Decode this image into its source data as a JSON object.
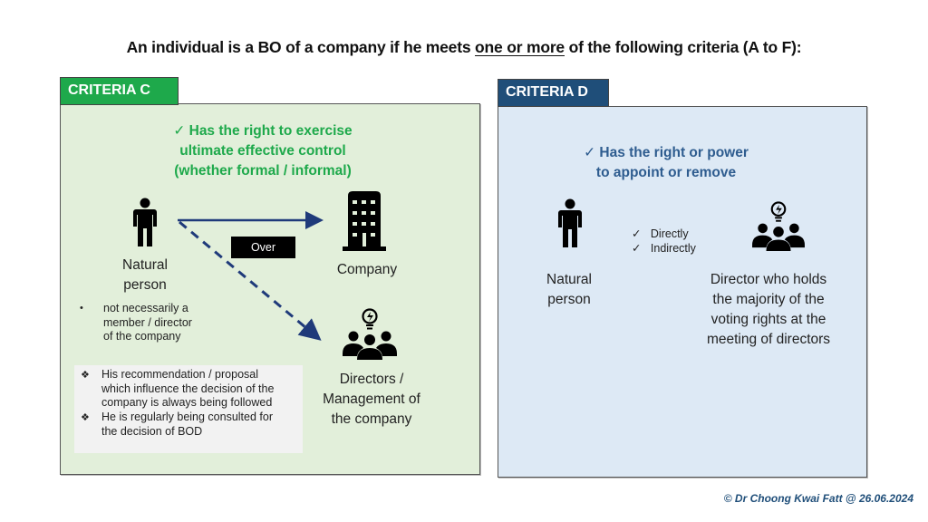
{
  "title": {
    "prefix": "An individual is a BO of a company if he meets ",
    "emphasis": "one or more",
    "suffix": " of the following criteria (A to F):"
  },
  "criteria_c": {
    "tag": "CRITERIA C",
    "headline": [
      "✓  Has the right to exercise",
      "ultimate effective control",
      "(whether formal / informal)"
    ],
    "person_label": [
      "Natural",
      "person"
    ],
    "person_note": [
      "not necessarily a",
      "member / director",
      "of the company"
    ],
    "relation_label": "Over",
    "company_label": "Company",
    "directors_label": [
      "Directors /",
      "Management of",
      "the company"
    ],
    "notes": [
      [
        "His recommendation / proposal",
        "which influence the decision of the",
        "company is always being followed"
      ],
      [
        "He is regularly being consulted for",
        "the decision of BOD"
      ]
    ],
    "bullet_glyph": "❖",
    "colors": {
      "tag": "#1ea94b",
      "panel": "#e2efda",
      "headline": "#1ea94b"
    }
  },
  "criteria_d": {
    "tag": "CRITERIA D",
    "headline": [
      "✓  Has the right or power",
      "to appoint or remove"
    ],
    "person_label": [
      "Natural",
      "person"
    ],
    "methods": [
      "Directly",
      "Indirectly"
    ],
    "director_label": [
      "Director who holds",
      "the majority of the",
      "voting rights at the",
      "meeting of directors"
    ],
    "colors": {
      "tag": "#1f4e79",
      "panel": "#dde9f5",
      "headline": "#2e5c8f"
    }
  },
  "icons": {
    "person": "person-icon",
    "building": "building-icon",
    "team": "team-lightbulb-icon",
    "arrow_color": "#1f3a7a"
  },
  "footer": "© Dr Choong Kwai Fatt @ 26.06.2024"
}
